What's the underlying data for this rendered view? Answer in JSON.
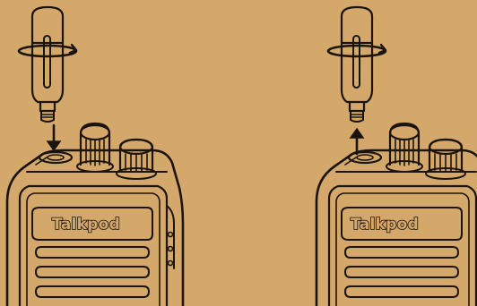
{
  "illustration": {
    "background_color": "#d4a86a",
    "line_color": "#1b140d",
    "panels": [
      {
        "id": "attach",
        "brand": "Talkpod",
        "arrow_direction": "down"
      },
      {
        "id": "detach",
        "brand": "Talkpod",
        "arrow_direction": "up"
      }
    ]
  }
}
